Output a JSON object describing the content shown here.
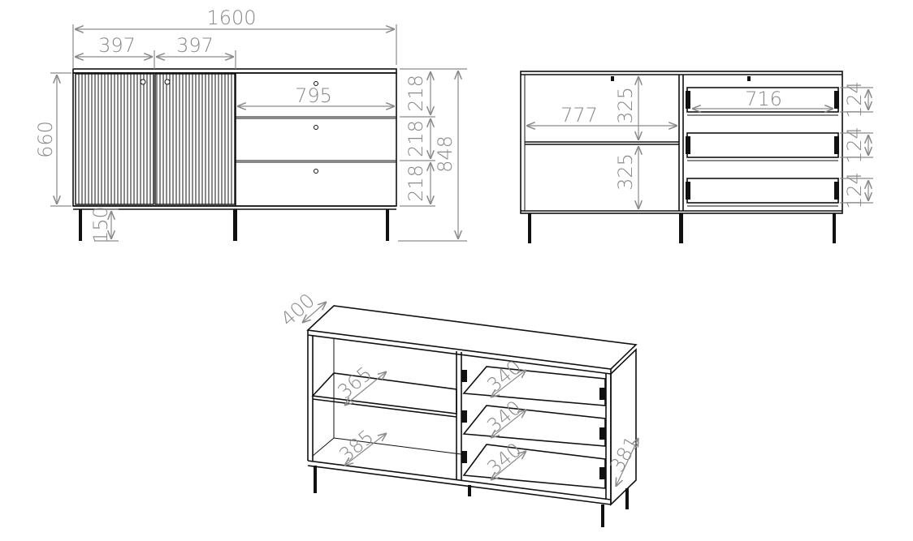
{
  "front_view": {
    "total_width": "1600",
    "door_width_left": "397",
    "door_width_right": "397",
    "drawer_width": "795",
    "body_height": "660",
    "total_height": "848",
    "leg_height": "150",
    "drawer_height_1": "218",
    "drawer_height_2": "218",
    "drawer_height_3": "218"
  },
  "back_view": {
    "interior_width": "777",
    "shelf_height_top": "325",
    "shelf_height_bottom": "325",
    "drawer_inner_width": "716",
    "drawer_inner_height_1": "124",
    "drawer_inner_height_2": "124",
    "drawer_inner_height_3": "124"
  },
  "iso_view": {
    "depth": "400",
    "shelf_depth_top": "365",
    "shelf_depth_bottom": "385",
    "drawer_depth_1": "340",
    "drawer_depth_2": "340",
    "drawer_depth_3": "340",
    "side_depth": "381"
  },
  "colors": {
    "outline": "#111111",
    "dimension": "#8a8a8a"
  }
}
